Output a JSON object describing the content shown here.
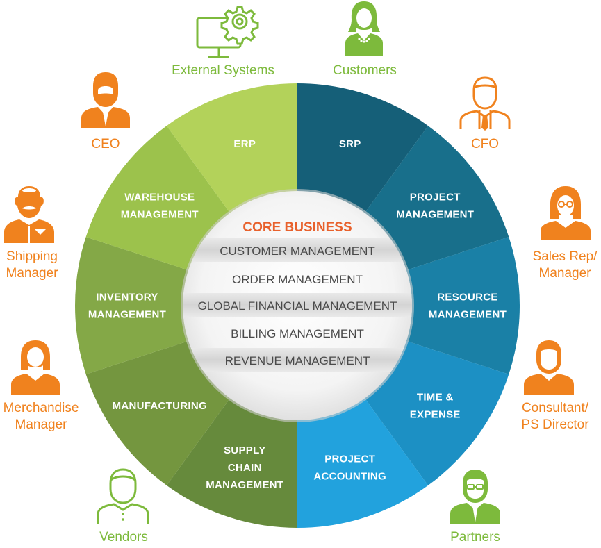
{
  "segments": [
    {
      "lines": [
        "SRP"
      ],
      "color": "#155f78"
    },
    {
      "lines": [
        "PROJECT",
        "MANAGEMENT"
      ],
      "color": "#186f8b"
    },
    {
      "lines": [
        "RESOURCE",
        "MANAGEMENT"
      ],
      "color": "#1a80a6"
    },
    {
      "lines": [
        "TIME &",
        "EXPENSE"
      ],
      "color": "#1c90c4"
    },
    {
      "lines": [
        "PROJECT",
        "ACCOUNTING"
      ],
      "color": "#22a2dd"
    },
    {
      "lines": [
        "SUPPLY",
        "CHAIN",
        "MANAGEMENT"
      ],
      "color": "#668a3c"
    },
    {
      "lines": [
        "MANUFACTURING"
      ],
      "color": "#74963f"
    },
    {
      "lines": [
        "INVENTORY",
        "MANAGEMENT"
      ],
      "color": "#84a847"
    },
    {
      "lines": [
        "WAREHOUSE",
        "MANAGEMENT"
      ],
      "color": "#9cc24c"
    },
    {
      "lines": [
        "ERP"
      ],
      "color": "#b3d25a"
    }
  ],
  "core": {
    "title": "CORE BUSINESS",
    "items": [
      "CUSTOMER MANAGEMENT",
      "ORDER MANAGEMENT",
      "GLOBAL FINANCIAL MANAGEMENT",
      "BILLING MANAGEMENT",
      "REVENUE MANAGEMENT"
    ]
  },
  "roles": {
    "external_systems": {
      "label": "External Systems",
      "icon": "computer-gear-icon"
    },
    "customers": {
      "label": "Customers",
      "icon": "woman-avatar-icon"
    },
    "ceo": {
      "label": "CEO",
      "icon": "bearded-man-icon"
    },
    "cfo": {
      "label": "CFO",
      "icon": "man-with-tie-icon"
    },
    "shipping_manager": {
      "lines": [
        "Shipping",
        "Manager"
      ],
      "icon": "worker-icon"
    },
    "sales_rep": {
      "lines": [
        "Sales Rep/",
        "Manager"
      ],
      "icon": "woman-glasses-icon"
    },
    "inventory_mgr": {
      "lines": [
        "Merchandise",
        "Manager"
      ],
      "icon": "woman-avatar-icon"
    },
    "consultant": {
      "lines": [
        "Consultant/",
        "PS Director"
      ],
      "icon": "man-avatar-icon"
    },
    "vendors": {
      "label": "Vendors",
      "icon": "man-avatar-icon"
    },
    "partners": {
      "label": "Partners",
      "icon": "man-glasses-icon"
    }
  },
  "colors": {
    "orange": "#f0821e",
    "green": "#7dba3c",
    "core_title": "#e8612c"
  }
}
